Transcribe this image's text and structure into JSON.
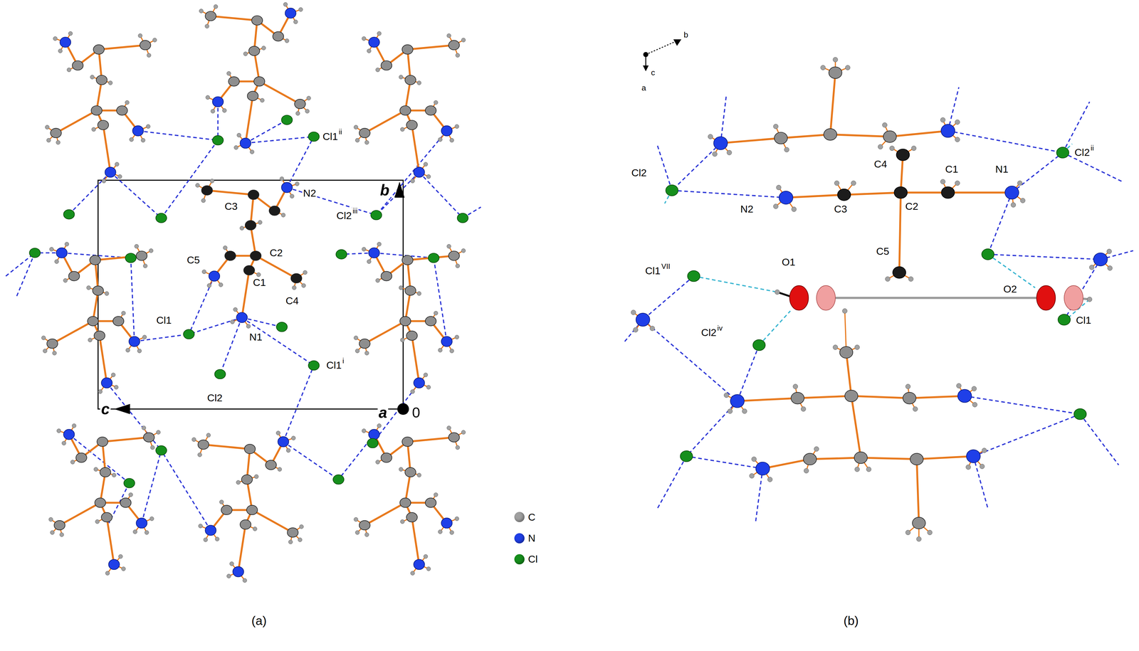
{
  "diagram": {
    "labels": [
      "Cl1",
      "ii",
      "N2",
      "b",
      "Cl2",
      "iii",
      "C3",
      "C5",
      "C2",
      "C1",
      "C4",
      "Cl1",
      "N1",
      "Cl1",
      "i",
      "Cl2",
      "c",
      "a",
      "0",
      "(a)",
      "(b)",
      "b",
      "c",
      "a",
      "Cl2",
      "N2",
      "C3",
      "C4",
      "C2",
      "C1",
      "N1",
      "Cl2",
      "ii",
      "Cl1",
      "VII",
      "O1",
      "C5",
      "O2",
      "Cl1",
      "Cl2",
      "iv"
    ],
    "legend": [
      {
        "text": "C",
        "color": "#a0a0a0"
      },
      {
        "text": "N",
        "color": "#1f3fe8"
      },
      {
        "text": "Cl",
        "color": "#168f1c"
      }
    ]
  }
}
